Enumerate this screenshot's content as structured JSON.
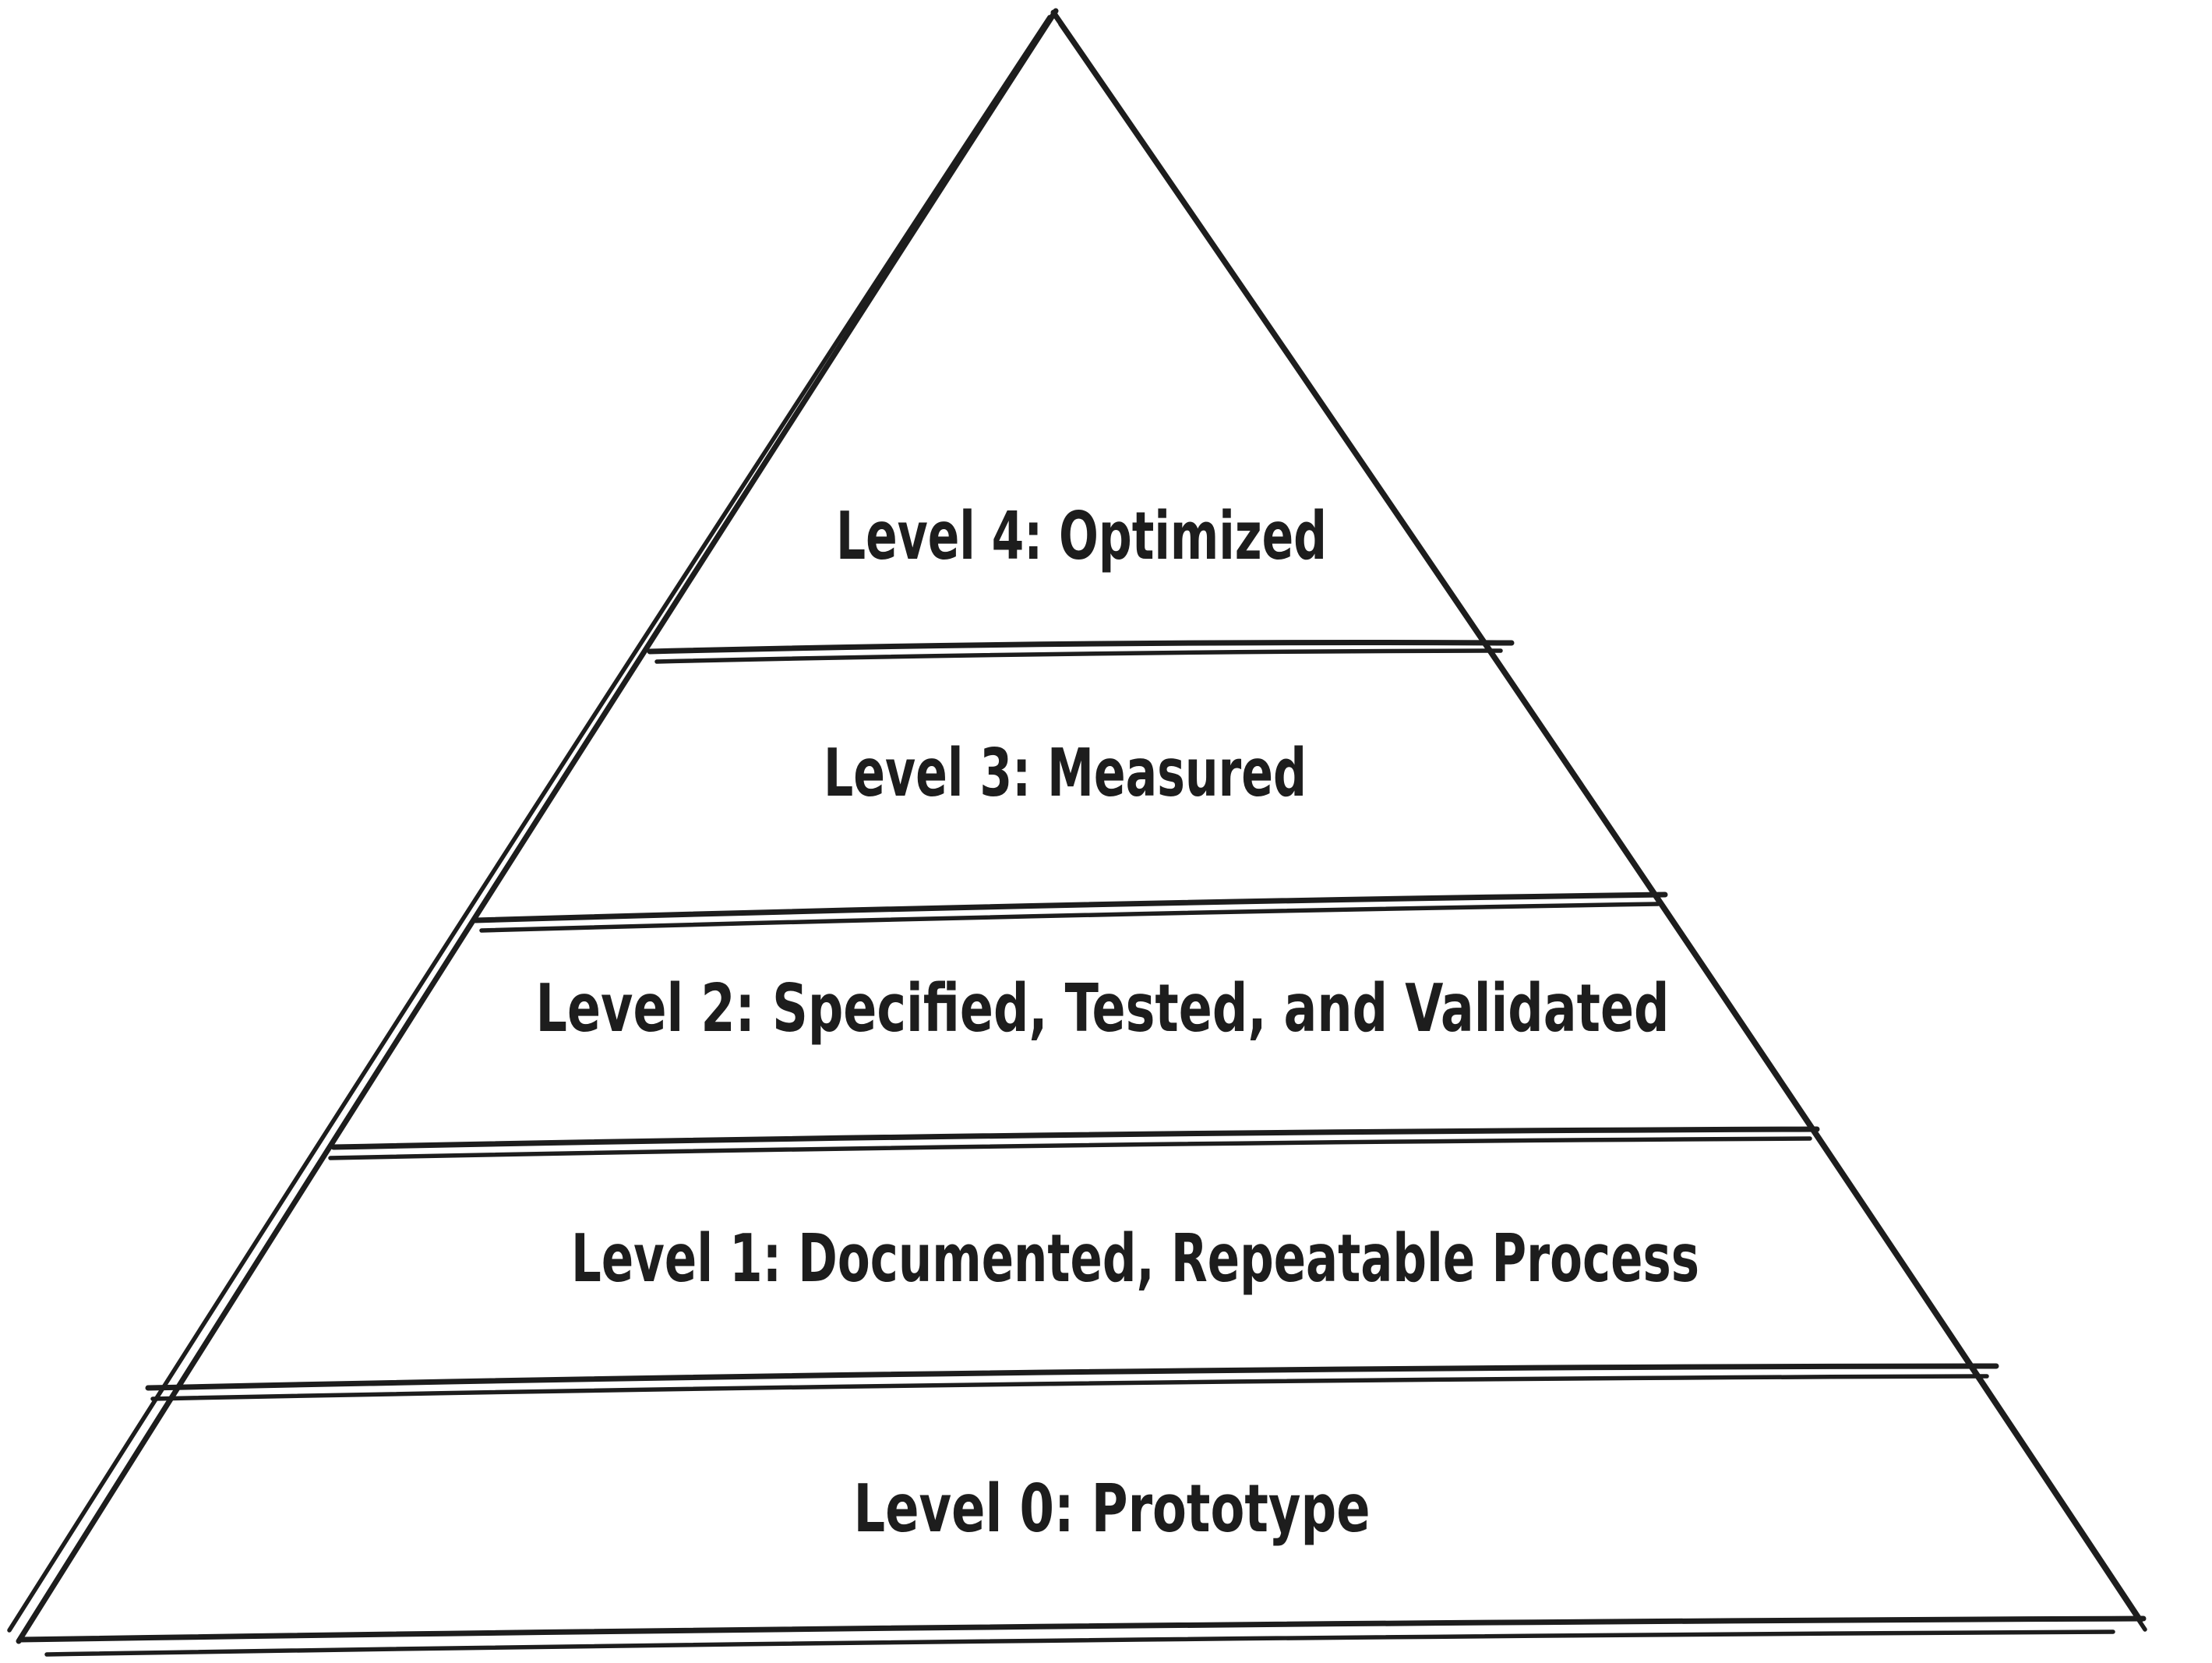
{
  "diagram": {
    "kind": "pyramid",
    "stroke_color": "#1d1d1d",
    "background": "#ffffff",
    "levels": [
      {
        "label": "Level 4: Optimized"
      },
      {
        "label": "Level 3: Measured"
      },
      {
        "label": "Level 2: Specified, Tested, and Validated"
      },
      {
        "label": "Level 1: Documented, Repeatable Process"
      },
      {
        "label": "Level 0: Prototype"
      }
    ]
  }
}
